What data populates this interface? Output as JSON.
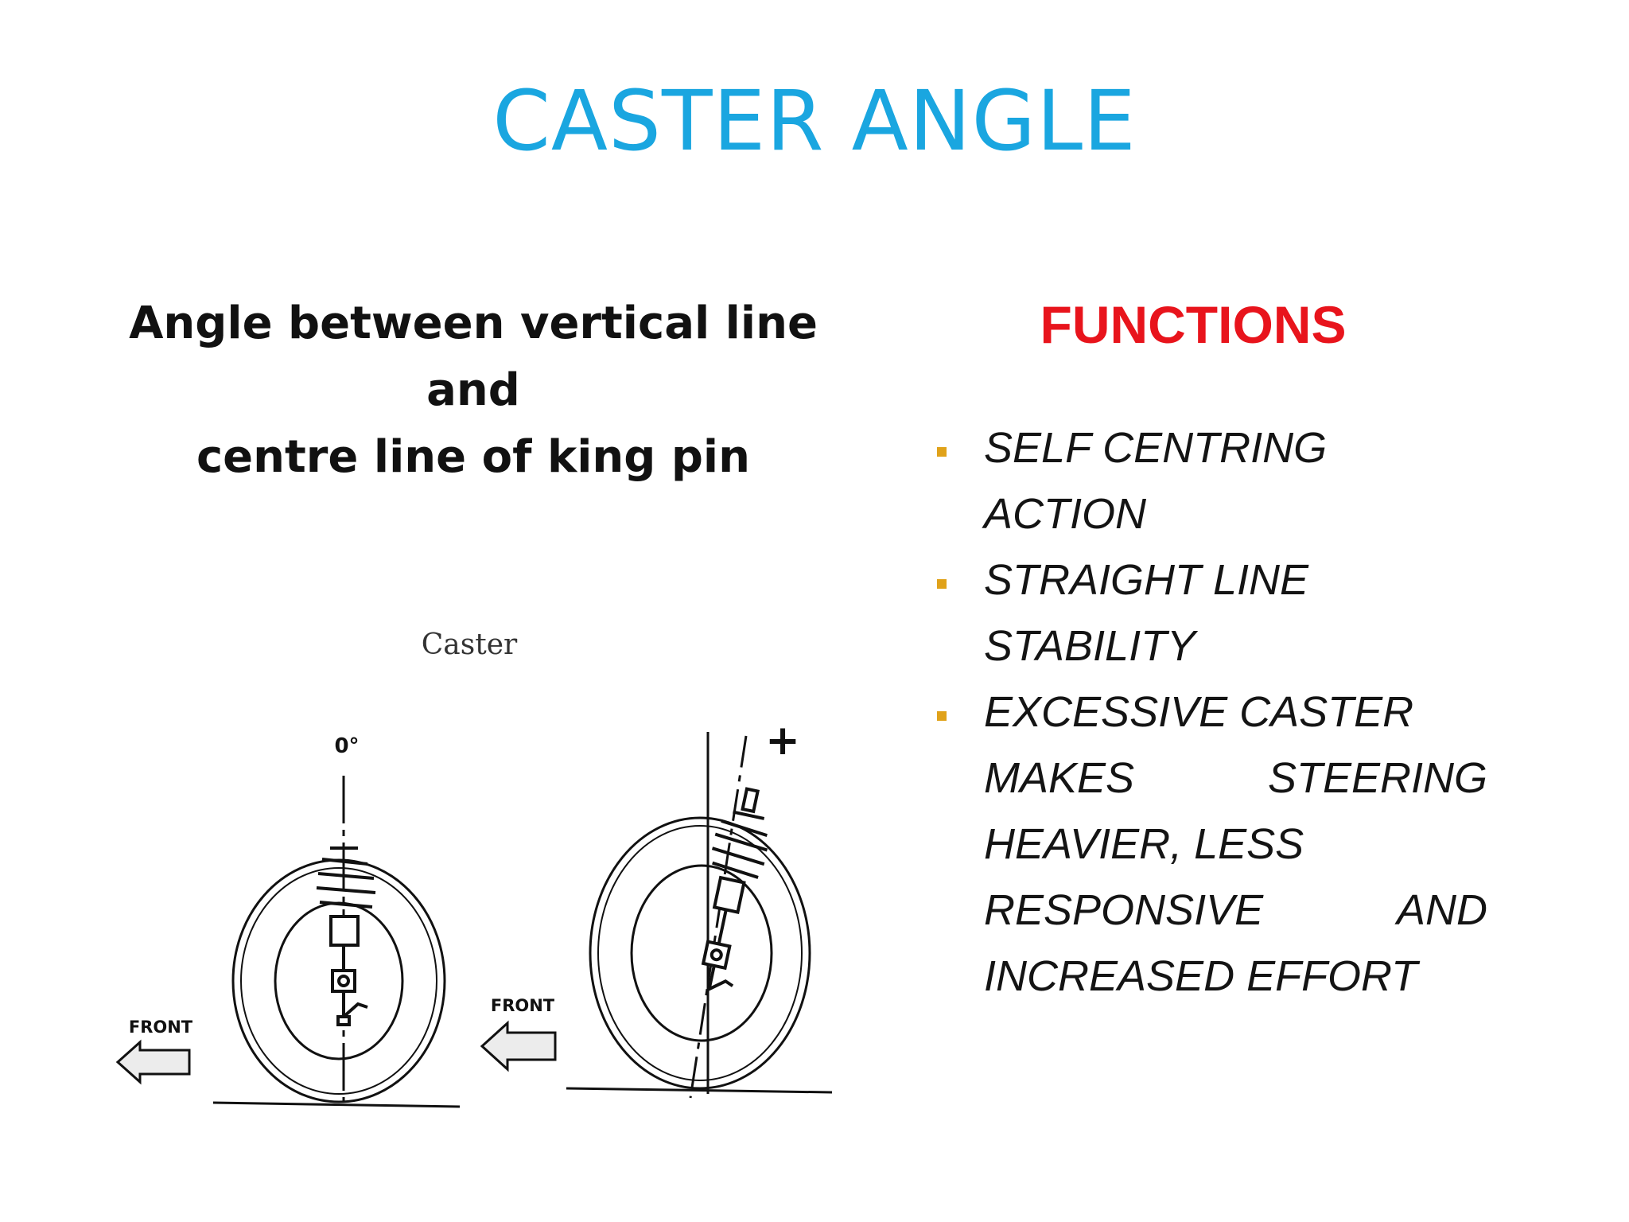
{
  "title": "CASTER ANGLE",
  "definition": {
    "line1": "Angle between vertical line and",
    "line2": "centre line of king pin"
  },
  "functions": {
    "heading": "FUNCTIONS",
    "items": [
      {
        "lines": [
          "SELF CENTRING",
          "ACTION"
        ]
      },
      {
        "lines": [
          "STRAIGHT LINE",
          "STABILITY"
        ]
      },
      {
        "lines": [
          "EXCESSIVE CASTER",
          "MAKES STEERING",
          "HEAVIER, LESS",
          "RESPONSIVE AND",
          "INCREASED EFFORT"
        ]
      }
    ],
    "justified_words": {
      "makes": "MAKES",
      "steering": "STEERING",
      "responsive": "RESPONSIVE",
      "and": "AND"
    }
  },
  "diagram": {
    "caption": "Caster",
    "zero_label": "0°",
    "plus_label": "+",
    "front_label_left": "FRONT",
    "front_label_right": "FRONT"
  },
  "colors": {
    "title": "#1aa6e0",
    "functions_heading": "#e8141c",
    "bullet": "#e0a21a",
    "text": "#111111"
  }
}
